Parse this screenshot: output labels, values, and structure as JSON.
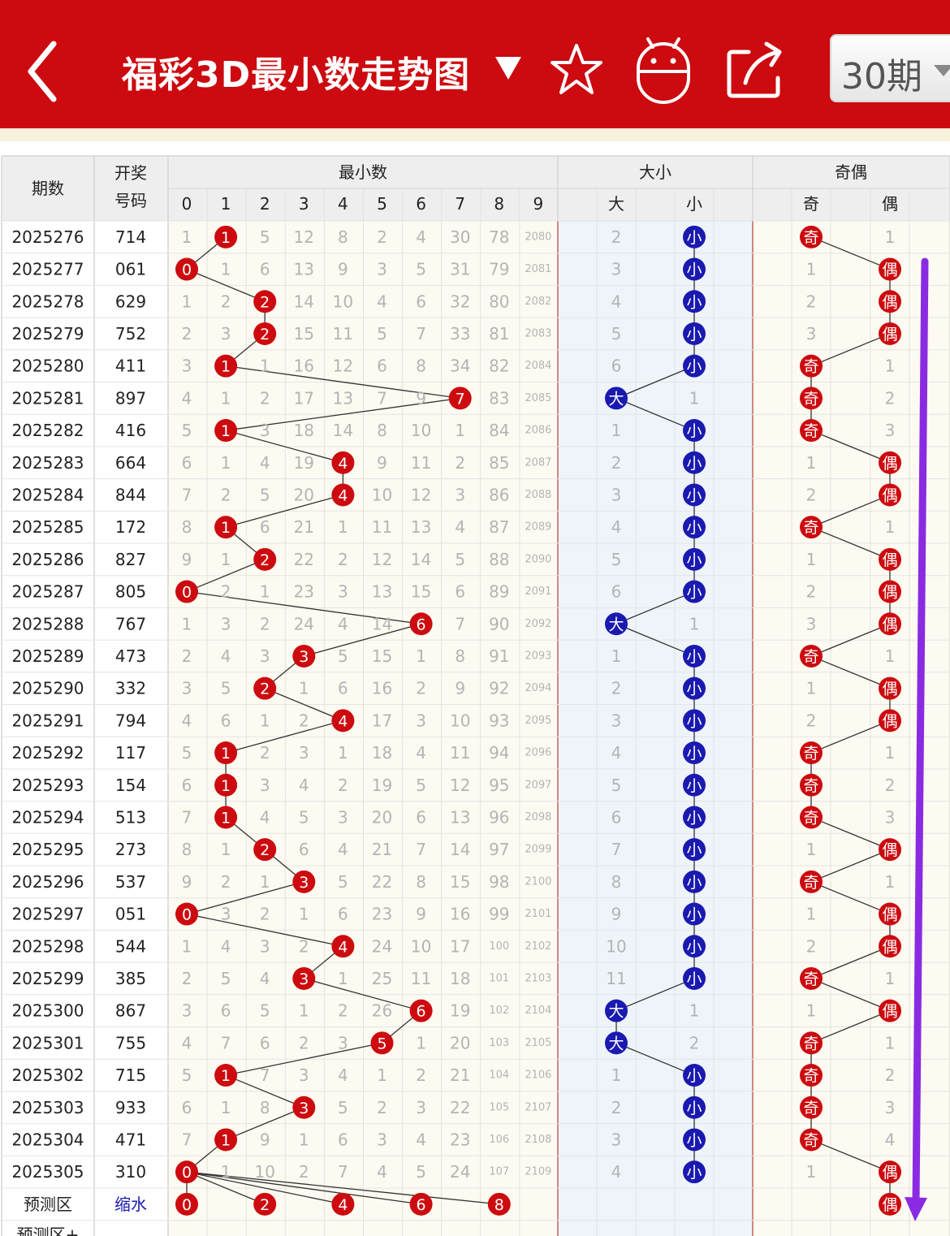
{
  "header": {
    "title": "福彩3D最小数走势图",
    "period_select": "30期",
    "colors": {
      "brand": "#cc0a0f",
      "ball_red": "#cc0a0f",
      "ball_blue": "#1a1ab0",
      "arrow": "#8a2be2"
    },
    "icons": [
      "back-icon",
      "dropdown-triangle-icon",
      "star-icon",
      "robot-icon",
      "share-icon"
    ]
  },
  "table": {
    "headers": {
      "period": "期数",
      "draw": "开奖号码",
      "draw_line1": "开奖",
      "draw_line2": "号码",
      "min_group": "最小数",
      "min_cols": [
        "0",
        "1",
        "2",
        "3",
        "4",
        "5",
        "6",
        "7",
        "8",
        "9"
      ],
      "size_group": "大小",
      "size_cols": [
        "大",
        "小"
      ],
      "parity_group": "奇偶",
      "parity_cols": [
        "奇",
        "偶"
      ]
    },
    "rows": [
      {
        "period": "2025276",
        "draw": "714",
        "min": 1,
        "miss": [
          "1",
          "1",
          "5",
          "12",
          "8",
          "2",
          "4",
          "30",
          "78",
          "2080"
        ],
        "size": "小",
        "size_miss": [
          "2",
          "小"
        ],
        "parity": "奇",
        "parity_miss": [
          "奇",
          "1"
        ]
      },
      {
        "period": "2025277",
        "draw": "061",
        "min": 0,
        "miss": [
          "0",
          "1",
          "6",
          "13",
          "9",
          "3",
          "5",
          "31",
          "79",
          "2081"
        ],
        "size": "小",
        "size_miss": [
          "3",
          "小"
        ],
        "parity": "偶",
        "parity_miss": [
          "1",
          "偶"
        ]
      },
      {
        "period": "2025278",
        "draw": "629",
        "min": 2,
        "miss": [
          "1",
          "2",
          "2",
          "14",
          "10",
          "4",
          "6",
          "32",
          "80",
          "2082"
        ],
        "size": "小",
        "size_miss": [
          "4",
          "小"
        ],
        "parity": "偶",
        "parity_miss": [
          "2",
          "偶"
        ]
      },
      {
        "period": "2025279",
        "draw": "752",
        "min": 2,
        "miss": [
          "2",
          "3",
          "2",
          "15",
          "11",
          "5",
          "7",
          "33",
          "81",
          "2083"
        ],
        "size": "小",
        "size_miss": [
          "5",
          "小"
        ],
        "parity": "偶",
        "parity_miss": [
          "3",
          "偶"
        ]
      },
      {
        "period": "2025280",
        "draw": "411",
        "min": 1,
        "miss": [
          "3",
          "1",
          "1",
          "16",
          "12",
          "6",
          "8",
          "34",
          "82",
          "2084"
        ],
        "size": "小",
        "size_miss": [
          "6",
          "小"
        ],
        "parity": "奇",
        "parity_miss": [
          "奇",
          "1"
        ]
      },
      {
        "period": "2025281",
        "draw": "897",
        "min": 7,
        "miss": [
          "4",
          "1",
          "2",
          "17",
          "13",
          "7",
          "9",
          "7",
          "83",
          "2085"
        ],
        "size": "大",
        "size_miss": [
          "大",
          "1"
        ],
        "parity": "奇",
        "parity_miss": [
          "奇",
          "2"
        ]
      },
      {
        "period": "2025282",
        "draw": "416",
        "min": 1,
        "miss": [
          "5",
          "1",
          "3",
          "18",
          "14",
          "8",
          "10",
          "1",
          "84",
          "2086"
        ],
        "size": "小",
        "size_miss": [
          "1",
          "小"
        ],
        "parity": "奇",
        "parity_miss": [
          "奇",
          "3"
        ]
      },
      {
        "period": "2025283",
        "draw": "664",
        "min": 4,
        "miss": [
          "6",
          "1",
          "4",
          "19",
          "4",
          "9",
          "11",
          "2",
          "85",
          "2087"
        ],
        "size": "小",
        "size_miss": [
          "2",
          "小"
        ],
        "parity": "偶",
        "parity_miss": [
          "1",
          "偶"
        ]
      },
      {
        "period": "2025284",
        "draw": "844",
        "min": 4,
        "miss": [
          "7",
          "2",
          "5",
          "20",
          "4",
          "10",
          "12",
          "3",
          "86",
          "2088"
        ],
        "size": "小",
        "size_miss": [
          "3",
          "小"
        ],
        "parity": "偶",
        "parity_miss": [
          "2",
          "偶"
        ]
      },
      {
        "period": "2025285",
        "draw": "172",
        "min": 1,
        "miss": [
          "8",
          "1",
          "6",
          "21",
          "1",
          "11",
          "13",
          "4",
          "87",
          "2089"
        ],
        "size": "小",
        "size_miss": [
          "4",
          "小"
        ],
        "parity": "奇",
        "parity_miss": [
          "奇",
          "1"
        ]
      },
      {
        "period": "2025286",
        "draw": "827",
        "min": 2,
        "miss": [
          "9",
          "1",
          "2",
          "22",
          "2",
          "12",
          "14",
          "5",
          "88",
          "2090"
        ],
        "size": "小",
        "size_miss": [
          "5",
          "小"
        ],
        "parity": "偶",
        "parity_miss": [
          "1",
          "偶"
        ]
      },
      {
        "period": "2025287",
        "draw": "805",
        "min": 0,
        "miss": [
          "0",
          "2",
          "1",
          "23",
          "3",
          "13",
          "15",
          "6",
          "89",
          "2091"
        ],
        "size": "小",
        "size_miss": [
          "6",
          "小"
        ],
        "parity": "偶",
        "parity_miss": [
          "2",
          "偶"
        ]
      },
      {
        "period": "2025288",
        "draw": "767",
        "min": 6,
        "miss": [
          "1",
          "3",
          "2",
          "24",
          "4",
          "14",
          "6",
          "7",
          "90",
          "2092"
        ],
        "size": "大",
        "size_miss": [
          "大",
          "1"
        ],
        "parity": "偶",
        "parity_miss": [
          "3",
          "偶"
        ]
      },
      {
        "period": "2025289",
        "draw": "473",
        "min": 3,
        "miss": [
          "2",
          "4",
          "3",
          "3",
          "5",
          "15",
          "1",
          "8",
          "91",
          "2093"
        ],
        "size": "小",
        "size_miss": [
          "1",
          "小"
        ],
        "parity": "奇",
        "parity_miss": [
          "奇",
          "1"
        ]
      },
      {
        "period": "2025290",
        "draw": "332",
        "min": 2,
        "miss": [
          "3",
          "5",
          "2",
          "1",
          "6",
          "16",
          "2",
          "9",
          "92",
          "2094"
        ],
        "size": "小",
        "size_miss": [
          "2",
          "小"
        ],
        "parity": "偶",
        "parity_miss": [
          "1",
          "偶"
        ]
      },
      {
        "period": "2025291",
        "draw": "794",
        "min": 4,
        "miss": [
          "4",
          "6",
          "1",
          "2",
          "4",
          "17",
          "3",
          "10",
          "93",
          "2095"
        ],
        "size": "小",
        "size_miss": [
          "3",
          "小"
        ],
        "parity": "偶",
        "parity_miss": [
          "2",
          "偶"
        ]
      },
      {
        "period": "2025292",
        "draw": "117",
        "min": 1,
        "miss": [
          "5",
          "1",
          "2",
          "3",
          "1",
          "18",
          "4",
          "11",
          "94",
          "2096"
        ],
        "size": "小",
        "size_miss": [
          "4",
          "小"
        ],
        "parity": "奇",
        "parity_miss": [
          "奇",
          "1"
        ]
      },
      {
        "period": "2025293",
        "draw": "154",
        "min": 1,
        "miss": [
          "6",
          "1",
          "3",
          "4",
          "2",
          "19",
          "5",
          "12",
          "95",
          "2097"
        ],
        "size": "小",
        "size_miss": [
          "5",
          "小"
        ],
        "parity": "奇",
        "parity_miss": [
          "奇",
          "2"
        ]
      },
      {
        "period": "2025294",
        "draw": "513",
        "min": 1,
        "miss": [
          "7",
          "1",
          "4",
          "5",
          "3",
          "20",
          "6",
          "13",
          "96",
          "2098"
        ],
        "size": "小",
        "size_miss": [
          "6",
          "小"
        ],
        "parity": "奇",
        "parity_miss": [
          "奇",
          "3"
        ]
      },
      {
        "period": "2025295",
        "draw": "273",
        "min": 2,
        "miss": [
          "8",
          "1",
          "2",
          "6",
          "4",
          "21",
          "7",
          "14",
          "97",
          "2099"
        ],
        "size": "小",
        "size_miss": [
          "7",
          "小"
        ],
        "parity": "偶",
        "parity_miss": [
          "1",
          "偶"
        ]
      },
      {
        "period": "2025296",
        "draw": "537",
        "min": 3,
        "miss": [
          "9",
          "2",
          "1",
          "3",
          "5",
          "22",
          "8",
          "15",
          "98",
          "2100"
        ],
        "size": "小",
        "size_miss": [
          "8",
          "小"
        ],
        "parity": "奇",
        "parity_miss": [
          "奇",
          "1"
        ]
      },
      {
        "period": "2025297",
        "draw": "051",
        "min": 0,
        "miss": [
          "0",
          "3",
          "2",
          "1",
          "6",
          "23",
          "9",
          "16",
          "99",
          "2101"
        ],
        "size": "小",
        "size_miss": [
          "9",
          "小"
        ],
        "parity": "偶",
        "parity_miss": [
          "1",
          "偶"
        ]
      },
      {
        "period": "2025298",
        "draw": "544",
        "min": 4,
        "miss": [
          "1",
          "4",
          "3",
          "2",
          "4",
          "24",
          "10",
          "17",
          "100",
          "2102"
        ],
        "size": "小",
        "size_miss": [
          "10",
          "小"
        ],
        "parity": "偶",
        "parity_miss": [
          "2",
          "偶"
        ]
      },
      {
        "period": "2025299",
        "draw": "385",
        "min": 3,
        "miss": [
          "2",
          "5",
          "4",
          "3",
          "1",
          "25",
          "11",
          "18",
          "101",
          "2103"
        ],
        "size": "小",
        "size_miss": [
          "11",
          "小"
        ],
        "parity": "奇",
        "parity_miss": [
          "奇",
          "1"
        ]
      },
      {
        "period": "2025300",
        "draw": "867",
        "min": 6,
        "miss": [
          "3",
          "6",
          "5",
          "1",
          "2",
          "26",
          "6",
          "19",
          "102",
          "2104"
        ],
        "size": "大",
        "size_miss": [
          "大",
          "1"
        ],
        "parity": "偶",
        "parity_miss": [
          "1",
          "偶"
        ]
      },
      {
        "period": "2025301",
        "draw": "755",
        "min": 5,
        "miss": [
          "4",
          "7",
          "6",
          "2",
          "3",
          "5",
          "1",
          "20",
          "103",
          "2105"
        ],
        "size": "大",
        "size_miss": [
          "大",
          "2"
        ],
        "parity": "奇",
        "parity_miss": [
          "奇",
          "1"
        ]
      },
      {
        "period": "2025302",
        "draw": "715",
        "min": 1,
        "miss": [
          "5",
          "1",
          "7",
          "3",
          "4",
          "1",
          "2",
          "21",
          "104",
          "2106"
        ],
        "size": "小",
        "size_miss": [
          "1",
          "小"
        ],
        "parity": "奇",
        "parity_miss": [
          "奇",
          "2"
        ]
      },
      {
        "period": "2025303",
        "draw": "933",
        "min": 3,
        "miss": [
          "6",
          "1",
          "8",
          "3",
          "5",
          "2",
          "3",
          "22",
          "105",
          "2107"
        ],
        "size": "小",
        "size_miss": [
          "2",
          "小"
        ],
        "parity": "奇",
        "parity_miss": [
          "奇",
          "3"
        ]
      },
      {
        "period": "2025304",
        "draw": "471",
        "min": 1,
        "miss": [
          "7",
          "1",
          "9",
          "1",
          "6",
          "3",
          "4",
          "23",
          "106",
          "2108"
        ],
        "size": "小",
        "size_miss": [
          "3",
          "小"
        ],
        "parity": "奇",
        "parity_miss": [
          "奇",
          "4"
        ]
      },
      {
        "period": "2025305",
        "draw": "310",
        "min": 0,
        "miss": [
          "0",
          "1",
          "10",
          "2",
          "7",
          "4",
          "5",
          "24",
          "107",
          "2109"
        ],
        "size": "小",
        "size_miss": [
          "4",
          "小"
        ],
        "parity": "偶",
        "parity_miss": [
          "1",
          "偶"
        ]
      }
    ],
    "predict": {
      "label": "预测区",
      "action": "缩水",
      "balls": [
        "0",
        "2",
        "4",
        "6",
        "8"
      ],
      "parity_ball": "偶"
    },
    "predict_plus": {
      "label": "预测区+"
    }
  }
}
